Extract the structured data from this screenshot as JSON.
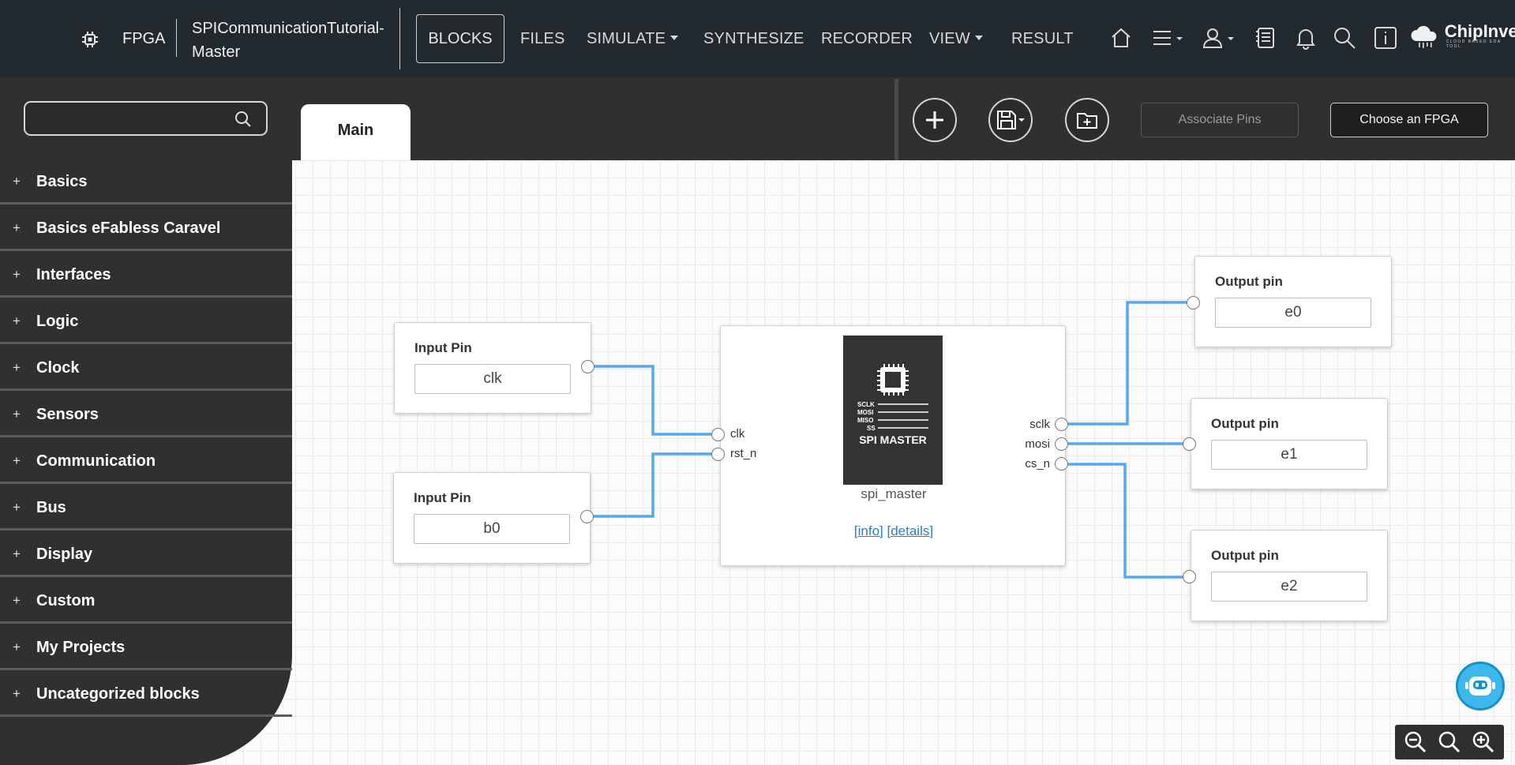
{
  "navbar": {
    "mode": "FPGA",
    "project": "SPICommunicationTutorial-\nMaster",
    "menu": [
      "BLOCKS",
      "FILES",
      "SIMULATE",
      "SYNTHESIZE",
      "RECORDER",
      "VIEW",
      "RESULT"
    ],
    "icons": [
      "home-icon",
      "hamburger-menu-icon",
      "user-icon",
      "notes-icon",
      "bell-icon",
      "search-icon",
      "info-icon"
    ],
    "logo_text": "ChipInve",
    "logo_subtext": "CLOUD BASED EDA TOOL"
  },
  "search": {
    "placeholder": "",
    "value": ""
  },
  "tabs": [
    {
      "label": "Main",
      "active": true
    }
  ],
  "toolbar": {
    "associate_pins": "Associate Pins",
    "choose_fpga": "Choose an FPGA",
    "icons": [
      "add-icon",
      "save-icon",
      "new-folder-icon"
    ]
  },
  "sidebar": {
    "items": [
      {
        "label": "Basics"
      },
      {
        "label": "Basics eFabless Caravel"
      },
      {
        "label": "Interfaces"
      },
      {
        "label": "Logic"
      },
      {
        "label": "Clock"
      },
      {
        "label": "Sensors"
      },
      {
        "label": "Communication"
      },
      {
        "label": "Bus"
      },
      {
        "label": "Display"
      },
      {
        "label": "Custom"
      },
      {
        "label": "My Projects"
      },
      {
        "label": "Uncategorized blocks"
      }
    ],
    "expand_symbol": "+"
  },
  "canvas": {
    "input_pins": [
      {
        "title": "Input Pin",
        "value": "clk"
      },
      {
        "title": "Input Pin",
        "value": "b0"
      }
    ],
    "output_pins": [
      {
        "title": "Output pin",
        "value": "e0"
      },
      {
        "title": "Output pin",
        "value": "e1"
      },
      {
        "title": "Output pin",
        "value": "e2"
      }
    ],
    "spi_block": {
      "name": "spi_master",
      "image_title": "SPI MASTER",
      "image_signals": [
        "SCLK",
        "MOSI",
        "MISO",
        "SS"
      ],
      "inputs": [
        "clk",
        "rst_n"
      ],
      "outputs": [
        "sclk",
        "mosi",
        "cs_n"
      ],
      "info_link": "[info]",
      "details_link": "[details]"
    }
  },
  "colors": {
    "navbar": "#222a30",
    "panel": "#303030",
    "wire": "#55a8f0",
    "link": "#2b7bd6",
    "assistant": "#3db8ec"
  }
}
